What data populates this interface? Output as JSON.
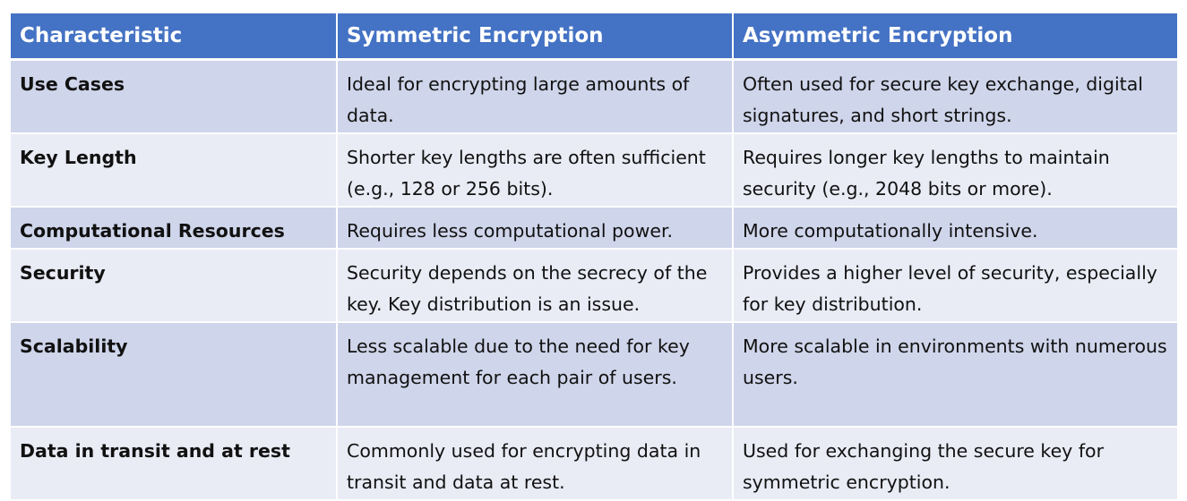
{
  "table": {
    "headers": [
      "Characteristic",
      "Symmetric Encryption",
      "Asymmetric Encryption"
    ],
    "rows": [
      {
        "characteristic": "Use Cases",
        "symmetric": "Ideal for encrypting large amounts of data.",
        "asymmetric": "Often used for secure key exchange, digital signatures, and short strings."
      },
      {
        "characteristic": "Key Length",
        "symmetric": "Shorter key lengths are often sufficient (e.g., 128 or 256 bits).",
        "asymmetric": "Requires longer key lengths to maintain security (e.g., 2048 bits or more)."
      },
      {
        "characteristic": "Computational Resources",
        "symmetric": "Requires less computational power.",
        "asymmetric": "More computationally intensive."
      },
      {
        "characteristic": "Security",
        "symmetric": "Security depends on the secrecy of the key. Key distribution is an issue.",
        "asymmetric": "Provides a higher level of security, especially for key distribution."
      },
      {
        "characteristic": "Scalability",
        "symmetric": "Less scalable due to the need for key management for each pair of users.",
        "asymmetric": "More scalable in environments with numerous users."
      },
      {
        "characteristic": "Data in transit and at rest",
        "symmetric": "Commonly used for encrypting data in transit and data at rest.",
        "asymmetric": "Used for exchanging the secure key for symmetric encryption."
      }
    ]
  },
  "colors": {
    "header_bg": "#4472C4",
    "row_dark": "#CFD5EA",
    "row_light": "#E9EBF5"
  }
}
